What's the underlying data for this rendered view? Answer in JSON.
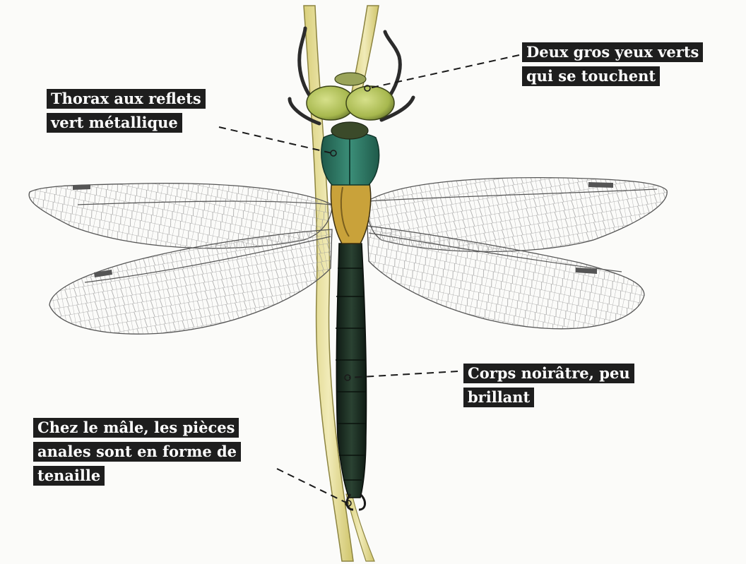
{
  "annotations": {
    "eyes": {
      "lines": [
        "Deux gros yeux verts",
        "qui se touchent"
      ]
    },
    "thorax": {
      "lines": [
        "Thorax aux reflets",
        "vert métallique"
      ]
    },
    "body": {
      "lines": [
        "Corps noirâtre, peu",
        "brillant"
      ]
    },
    "anal": {
      "lines": [
        "Chez le mâle, les pièces",
        "anales sont en forme de",
        "tenaille"
      ]
    }
  },
  "colors": {
    "label_bg": "#1e1e1e",
    "label_text": "#ffffff",
    "stem": "#e8e0a0",
    "eyes": "#b8c860",
    "thorax": "#2f7a66",
    "abdomen": "#1d2e22",
    "wing_vein": "#8a8a8a"
  }
}
